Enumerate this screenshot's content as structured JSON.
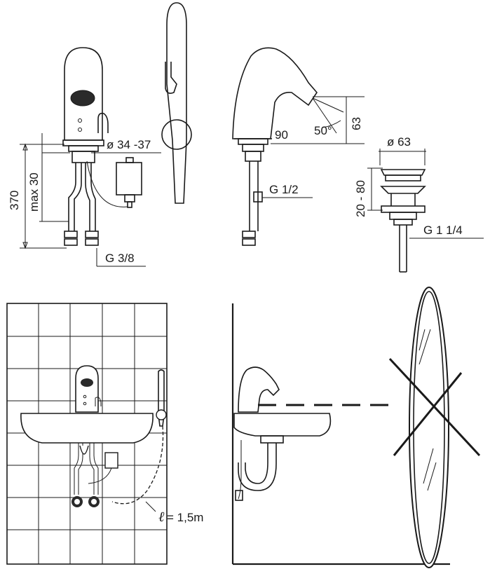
{
  "dimensions": {
    "diam_connection": "ø 34 -37",
    "height_total": "370",
    "height_max": "max 30",
    "thread_supply": "G 3/8",
    "reach": "90",
    "angle": "50°",
    "spout_height": "63",
    "thread_mid": "G 1/2",
    "waste_diameter": "ø 63",
    "waste_adjust": "20 - 80",
    "waste_thread": "G 1 1/4",
    "cable_length_symbol": "ℓ",
    "cable_length_value": "= 1,5m"
  }
}
